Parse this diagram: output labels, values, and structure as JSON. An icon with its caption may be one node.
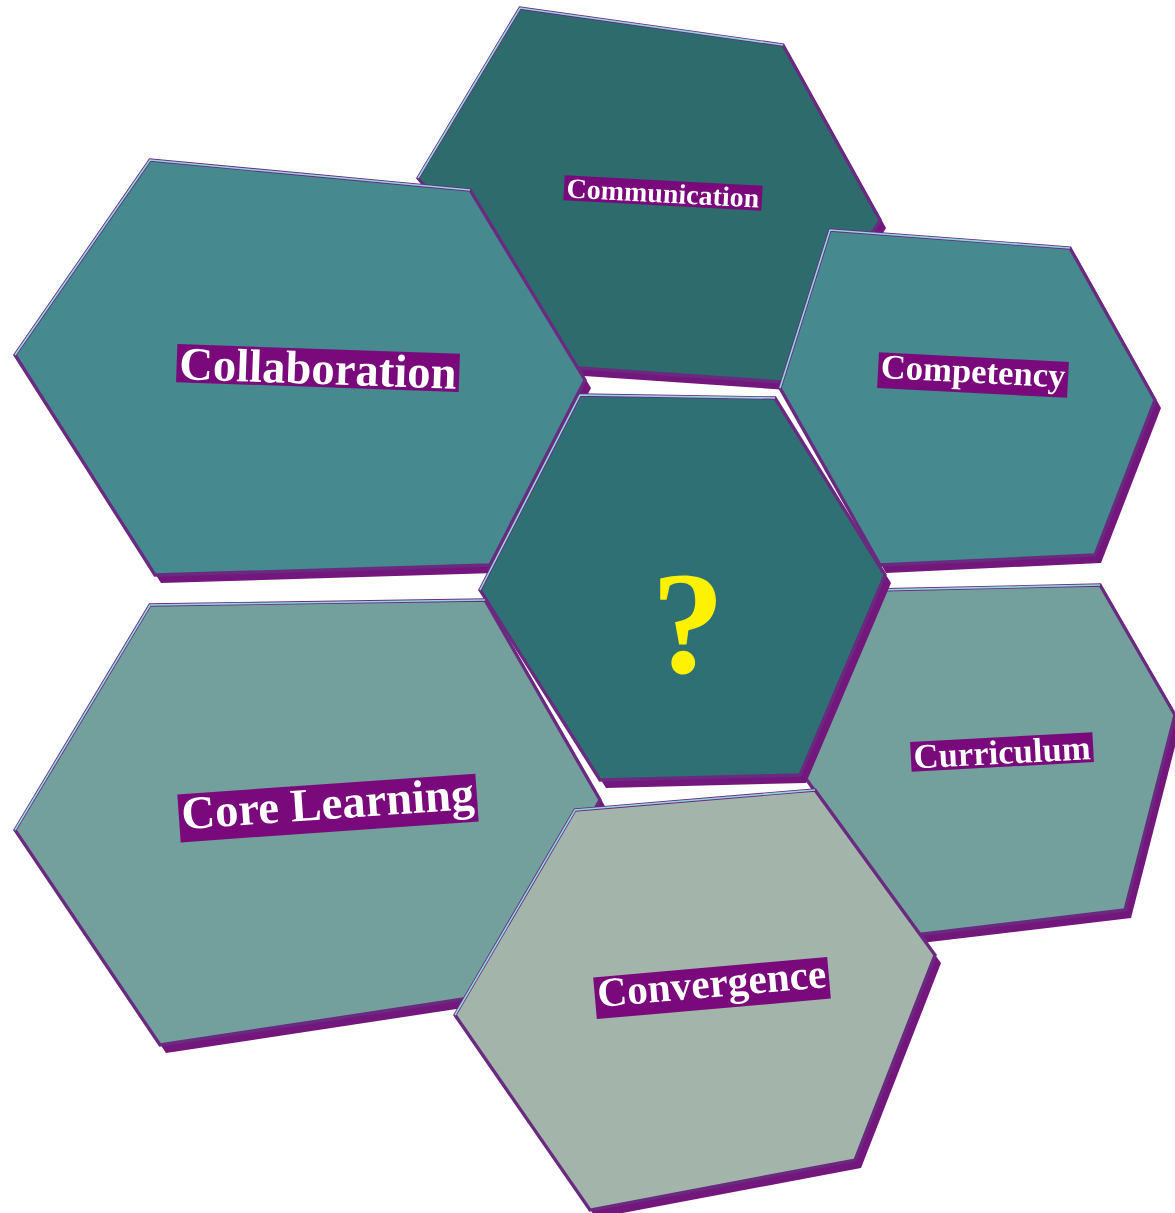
{
  "diagram": {
    "nodes": [
      {
        "text": [
          "Communication"
        ]
      },
      {
        "text": [
          "Collaboration"
        ]
      },
      {
        "text": [
          "Competency"
        ]
      },
      {
        "text": [
          "?"
        ]
      },
      {
        "text": [
          "Curriculum"
        ]
      },
      {
        "text": [
          "Core Learning"
        ]
      },
      {
        "text": [
          "Convergence"
        ]
      }
    ]
  }
}
